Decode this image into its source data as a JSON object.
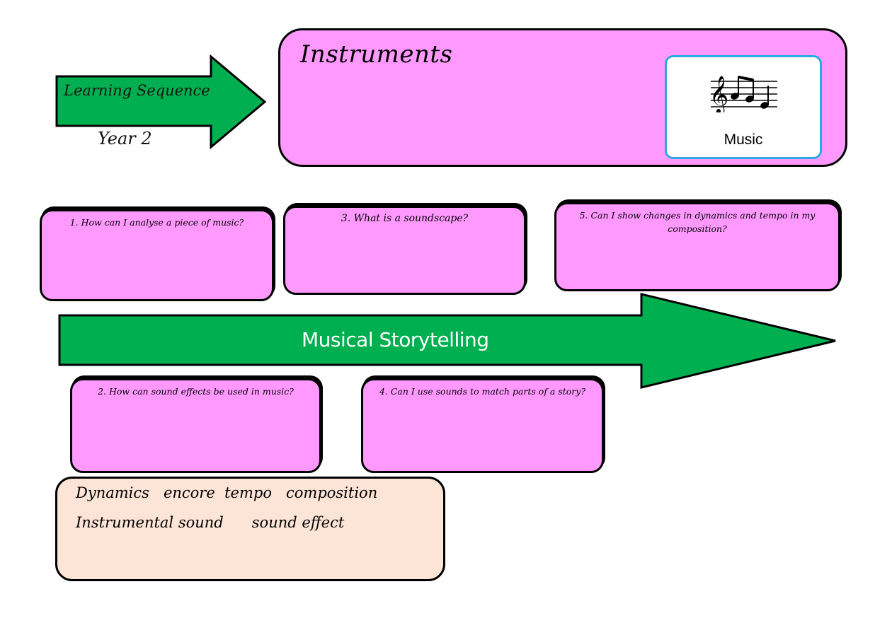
{
  "header": {
    "sequence_label": "Learning Sequence",
    "year_label": "Year 2"
  },
  "title_box": {
    "title": "Instruments",
    "subject_card": {
      "icon": "music-staff-icon",
      "label": "Music"
    }
  },
  "unit": {
    "name": "Musical Storytelling"
  },
  "lessons": [
    {
      "number": 1,
      "question": "1. How can I analyse a piece of music?"
    },
    {
      "number": 2,
      "question": "2. How can sound effects be used in music?"
    },
    {
      "number": 3,
      "question": "3. What is a soundscape?"
    },
    {
      "number": 4,
      "question": "4. Can I use sounds to match parts of a story?"
    },
    {
      "number": 5,
      "question": "5. Can I show changes in dynamics and tempo in my composition?"
    }
  ],
  "vocabulary": {
    "lines": [
      "Dynamics   encore  tempo   composition",
      "Instrumental sound      sound effect"
    ]
  },
  "colors": {
    "arrow_green": "#00b050",
    "card_pink": "#ff99ff",
    "vocab_peach": "#fce4d6",
    "music_card_border": "#29abe2"
  }
}
